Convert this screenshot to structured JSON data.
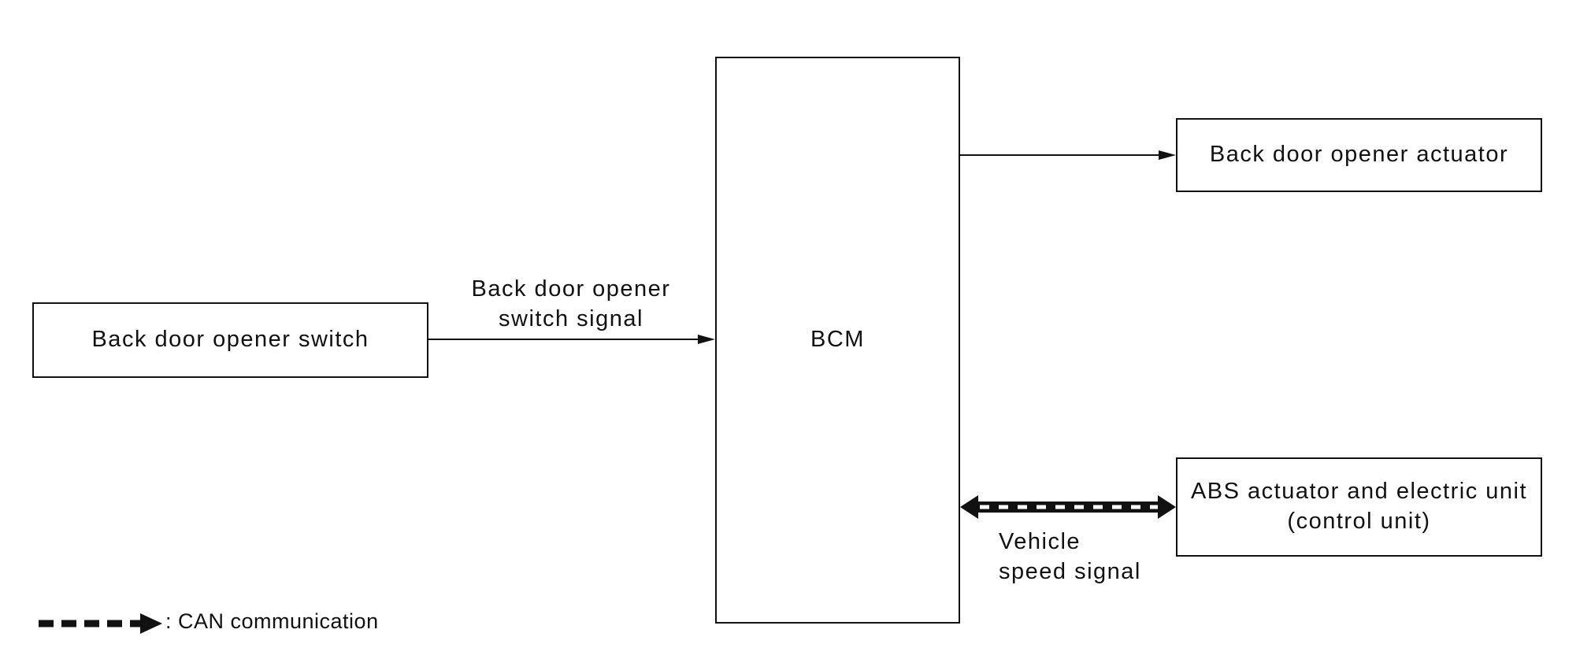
{
  "nodes": {
    "switch": "Back door opener switch",
    "bcm": "BCM",
    "actuator": "Back door opener actuator",
    "abs": "ABS actuator and electric unit\n(control unit)"
  },
  "signals": {
    "switch_signal": "Back door opener\nswitch signal",
    "vehicle_speed": "Vehicle\nspeed signal"
  },
  "legend": {
    "text": ": CAN communication"
  }
}
